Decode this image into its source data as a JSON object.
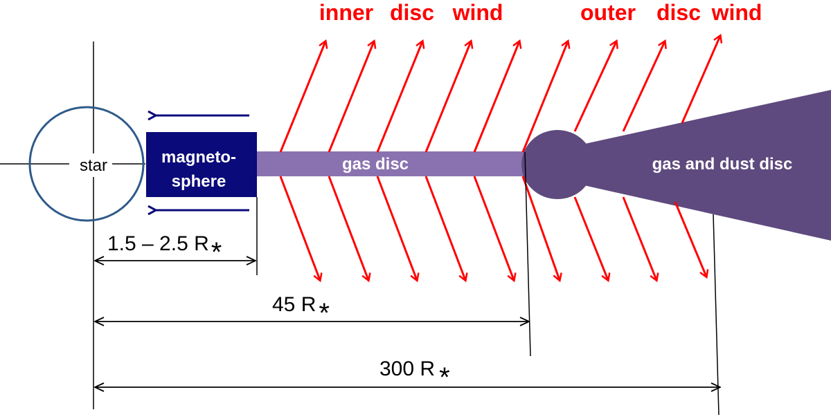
{
  "labels": {
    "inner_wind_1": "inner",
    "inner_wind_2": "disc",
    "inner_wind_3": "wind",
    "outer_wind_1": "outer",
    "outer_wind_2": "disc",
    "outer_wind_3": "wind",
    "star": "star",
    "magnetosphere_1": "magneto-",
    "magnetosphere_2": "sphere",
    "gas_disc": "gas disc",
    "gas_dust_disc": "gas and dust disc",
    "dim_small": "1.5 – 2.5 R",
    "dim_mid": "45 R",
    "dim_large": "300 R",
    "star_symbol": "*"
  },
  "colors": {
    "wind": "#ff0000",
    "star_outline": "#2f5a8a",
    "magnetosphere": "#0a0a7a",
    "inflow_arrow": "#0a0a7a",
    "gas_disc": "#8a72b0",
    "gas_dust_disc": "#5e4a7e",
    "lines": "#000000"
  }
}
